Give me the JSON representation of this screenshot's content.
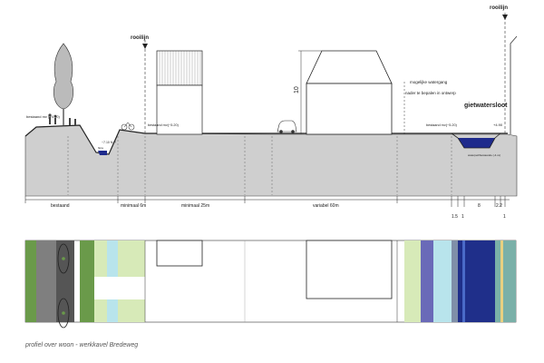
{
  "labels": {
    "rooilijn_left": "rooilijn",
    "rooilijn_right": "rooilijn",
    "height_10": "10",
    "level_bestaand_left": "bestaand mv (~4.30)",
    "level_bestaand_mid": "bestaand mv(~5.20)",
    "level_bestaand_right": "bestaand mv(~5.20)",
    "ditch_level": "~7.10 N.P.",
    "ditch_small": "flora",
    "mogelijke_watergang_1": "mogelijke watergang",
    "mogelijke_watergang_2": "nader te bepalen in ontwerp",
    "gietwatersloot": "gietwatersloot",
    "level_right": "+4.90",
    "water_label": "waterpeil/bestaande (-4.xx)"
  },
  "dimensions": {
    "bestaand": "bestaand",
    "minimaal_6": "minimaal 6m",
    "minimaal_25": "minimaal 25m",
    "variabel_60": "variabel 60m",
    "d_1_5": "1.5",
    "d_1a": "1",
    "d_8": "8",
    "d_2_2": "2.2",
    "d_1b": "1"
  },
  "caption": "profiel over woon - werkkavel Bredeweg",
  "colors": {
    "ground": "#cfcfcf",
    "water": "#1e2a8c",
    "dark_green": "#6a9a4a",
    "road": "#555555",
    "light_blue": "#b8e4ec",
    "light_green": "#d7eab8",
    "purple": "#6a6ab8",
    "navy": "#1f2f8a",
    "teal": "#7ab0a8"
  }
}
